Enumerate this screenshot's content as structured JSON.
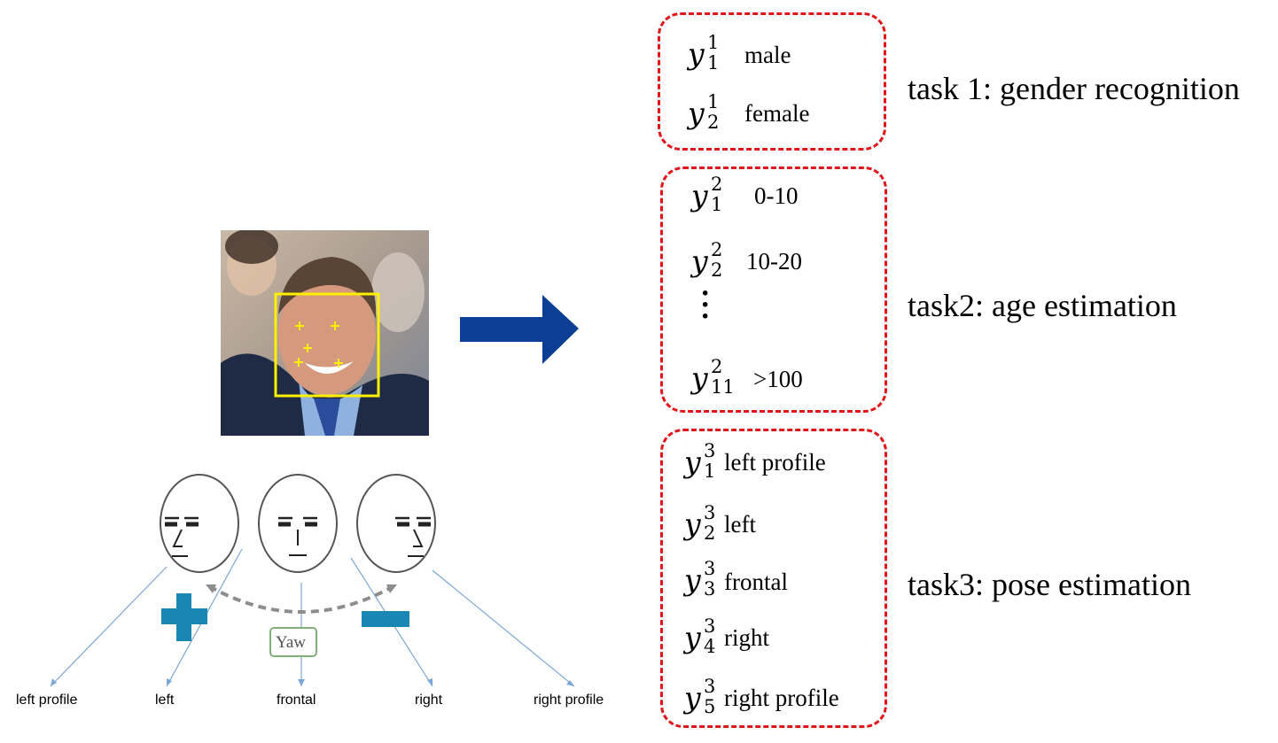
{
  "tasks": {
    "gender": {
      "title": "task 1: gender recognition",
      "items": [
        {
          "sup": "1",
          "sub": "1",
          "label": "male"
        },
        {
          "sup": "1",
          "sub": "2",
          "label": "female"
        }
      ]
    },
    "age": {
      "title": "task2: age estimation",
      "items": [
        {
          "sup": "2",
          "sub": "1",
          "label": "0-10"
        },
        {
          "sup": "2",
          "sub": "2",
          "label": "10-20"
        },
        {
          "sup": "2",
          "sub": "11",
          "label": ">100"
        }
      ]
    },
    "pose": {
      "title": "task3: pose estimation",
      "items": [
        {
          "sup": "3",
          "sub": "1",
          "label": "left profile"
        },
        {
          "sup": "3",
          "sub": "2",
          "label": "left"
        },
        {
          "sup": "3",
          "sub": "3",
          "label": "frontal"
        },
        {
          "sup": "3",
          "sub": "4",
          "label": "right"
        },
        {
          "sup": "3",
          "sub": "5",
          "label": "right profile"
        }
      ]
    }
  },
  "pose_figure": {
    "yaw_label": "Yaw",
    "captions": [
      "left profile",
      "left",
      "frontal",
      "right",
      "right profile"
    ]
  },
  "colors": {
    "dashed_border": "#e0161b",
    "arrow": "#0b3f95",
    "plus_minus": "#1a86b3",
    "detection_box": "#ffef00"
  }
}
